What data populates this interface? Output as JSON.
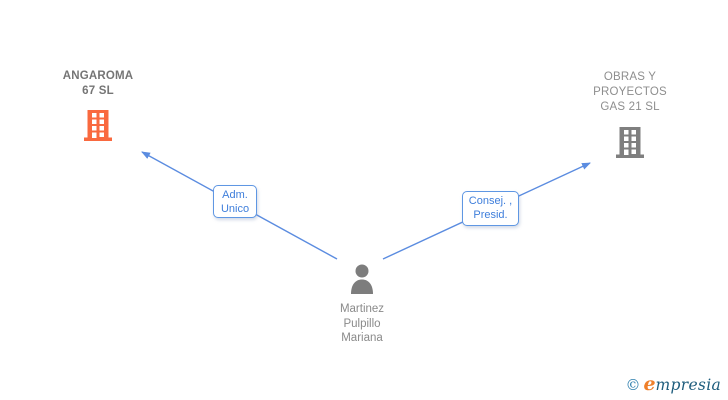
{
  "diagram": {
    "companies": [
      {
        "id": "angaroma",
        "name_lines": [
          "ANGAROMA",
          "67 SL"
        ],
        "icon": "building-icon",
        "icon_color": "#f9693f"
      },
      {
        "id": "obras-y-proyectos",
        "name_lines": [
          "OBRAS Y",
          "PROYECTOS",
          "GAS 21 SL"
        ],
        "icon": "building-icon",
        "icon_color": "#7f7f7f"
      }
    ],
    "person": {
      "name_lines": [
        "Martinez",
        "Pulpillo",
        "Mariana"
      ],
      "icon": "person-icon",
      "icon_color": "#7d7d7d"
    },
    "relations": [
      {
        "from": "person",
        "to": "angaroma",
        "label_lines": [
          "Adm.",
          "Unico"
        ]
      },
      {
        "from": "person",
        "to": "obras-y-proyectos",
        "label_lines": [
          "Consej. ,",
          "Presid."
        ]
      }
    ],
    "colors": {
      "edge_blue": "#5b8ce0",
      "label_text": "#3e7edb",
      "label_border": "#5f97e3",
      "company1_text": "#757575",
      "company2_text": "#8e8e8e",
      "person_text": "#8a8a8a"
    }
  },
  "footer": {
    "copyright_symbol": "©",
    "logo_e": "e",
    "logo_rest": "mpresia"
  }
}
